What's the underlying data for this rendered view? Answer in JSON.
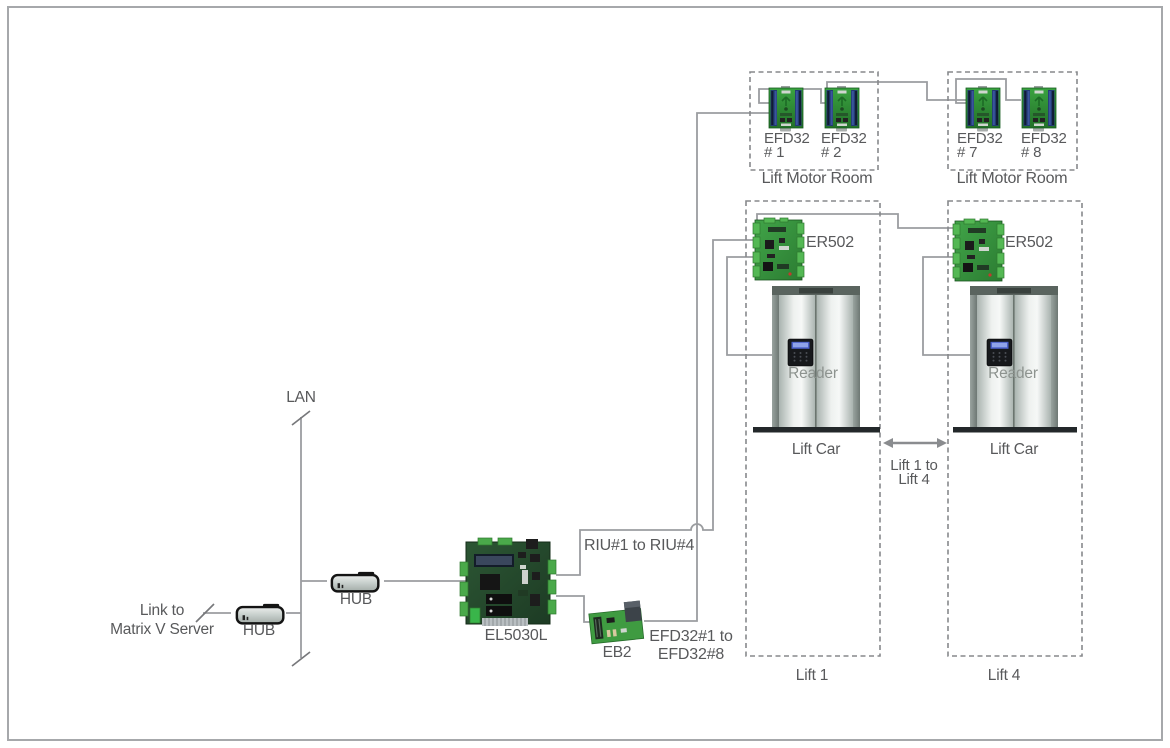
{
  "labels": {
    "lan": "LAN",
    "hub_left": "HUB",
    "hub_right": "HUB",
    "link_line1": "Link to",
    "link_line2": "Matrix V Server",
    "controller": "EL5030L",
    "expansion_board": "EB2",
    "riu_bus": "RIU#1 to RIU#4",
    "efd_bus_line1": "EFD32#1 to",
    "efd_bus_line2": "EFD32#8",
    "lift_range_line1": "Lift 1 to",
    "lift_range_line2": "Lift 4"
  },
  "motor_rooms": [
    {
      "label": "Lift Motor Room",
      "units": [
        {
          "model": "EFD32",
          "number": "# 1"
        },
        {
          "model": "EFD32",
          "number": "# 2"
        }
      ]
    },
    {
      "label": "Lift Motor Room",
      "units": [
        {
          "model": "EFD32",
          "number": "# 7"
        },
        {
          "model": "EFD32",
          "number": "# 8"
        }
      ]
    }
  ],
  "lifts": [
    {
      "controller": "ER502",
      "reader": "Reader",
      "car_label": "Lift Car",
      "name": "Lift 1"
    },
    {
      "controller": "ER502",
      "reader": "Reader",
      "car_label": "Lift Car",
      "name": "Lift 4"
    }
  ],
  "colors": {
    "wire": "#9b9da0",
    "dashed_box": "#87898c",
    "text": "#58595b",
    "muted_text": "#8d938f",
    "pcb_green": "#2f8f35",
    "terminal_green": "#54b854",
    "connector_blue": "#223a72",
    "reader_screen_blue": "#4a5fc8",
    "door_metal": "#eef1ef",
    "floor_black": "#23282a"
  }
}
